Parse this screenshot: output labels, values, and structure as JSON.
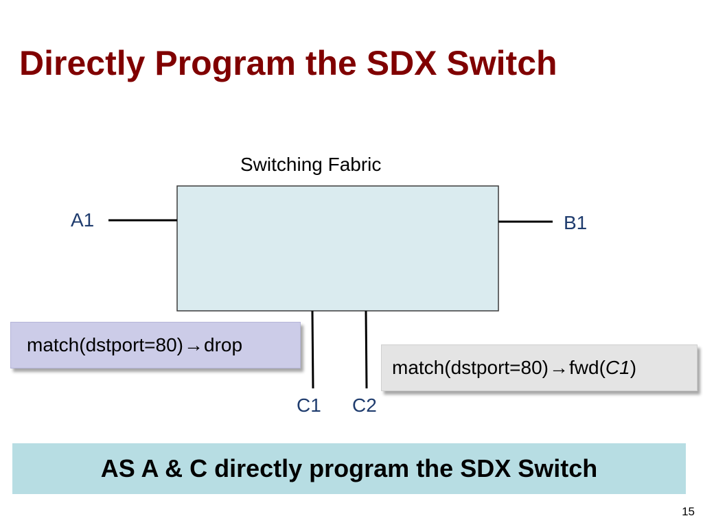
{
  "slide": {
    "title": "Directly Program the SDX Switch",
    "page_number": "15"
  },
  "diagram": {
    "fabric_label": "Switching Fabric",
    "ports": {
      "a1": "A1",
      "b1": "B1",
      "c1": "C1",
      "c2": "C2"
    },
    "rule_a": {
      "match": "match(dstport=80)",
      "arrow": "→",
      "action": "drop"
    },
    "rule_c": {
      "match": "match(dstport=80)",
      "arrow": "→",
      "action_prefix": "fwd(",
      "action_target": "C1",
      "action_suffix": ")"
    }
  },
  "banner": {
    "text": "AS A & C directly program the SDX Switch"
  },
  "colors": {
    "title": "#800000",
    "fabric_fill": "#daebef",
    "rule_a_fill": "#cccce8",
    "rule_c_fill": "#e4e4e4",
    "banner_fill": "#b7dde3"
  }
}
